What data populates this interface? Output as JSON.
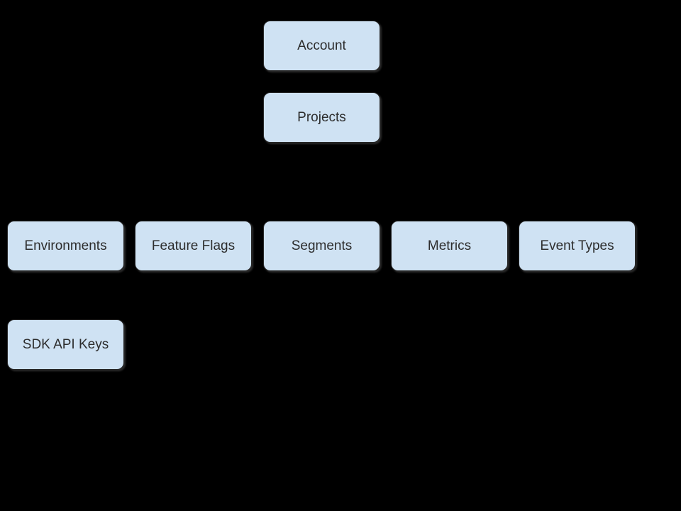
{
  "diagram": {
    "background_color": "#000000",
    "node_fill_color": "#cfe2f3",
    "node_text_color": "#2d2d2d",
    "nodes": [
      {
        "id": "account",
        "label": "Account"
      },
      {
        "id": "projects",
        "label": "Projects"
      },
      {
        "id": "environments",
        "label": "Environments"
      },
      {
        "id": "feature-flags",
        "label": "Feature Flags"
      },
      {
        "id": "segments",
        "label": "Segments"
      },
      {
        "id": "metrics",
        "label": "Metrics"
      },
      {
        "id": "event-types",
        "label": "Event Types"
      },
      {
        "id": "sdk-api-keys",
        "label": "SDK API Keys"
      }
    ]
  }
}
